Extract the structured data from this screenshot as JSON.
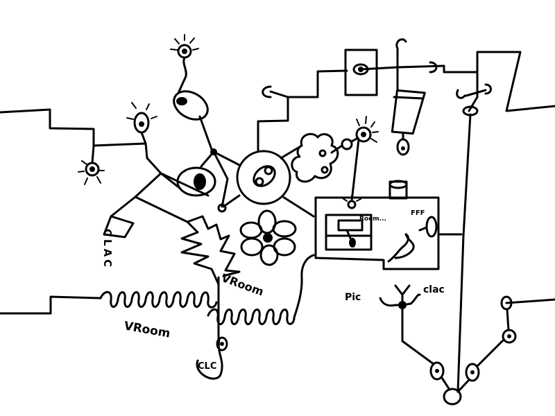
{
  "labels": {
    "clac_left": "CLAC",
    "vroom_upper": "VRoom",
    "vroom_lower": "VRoom",
    "clc_bottom": "CLC",
    "room": "Room...",
    "fff": "FFF",
    "pic": "Pic",
    "clac_right": "clac"
  },
  "colors": {
    "ink": "#000000",
    "paper": "#ffffff"
  }
}
